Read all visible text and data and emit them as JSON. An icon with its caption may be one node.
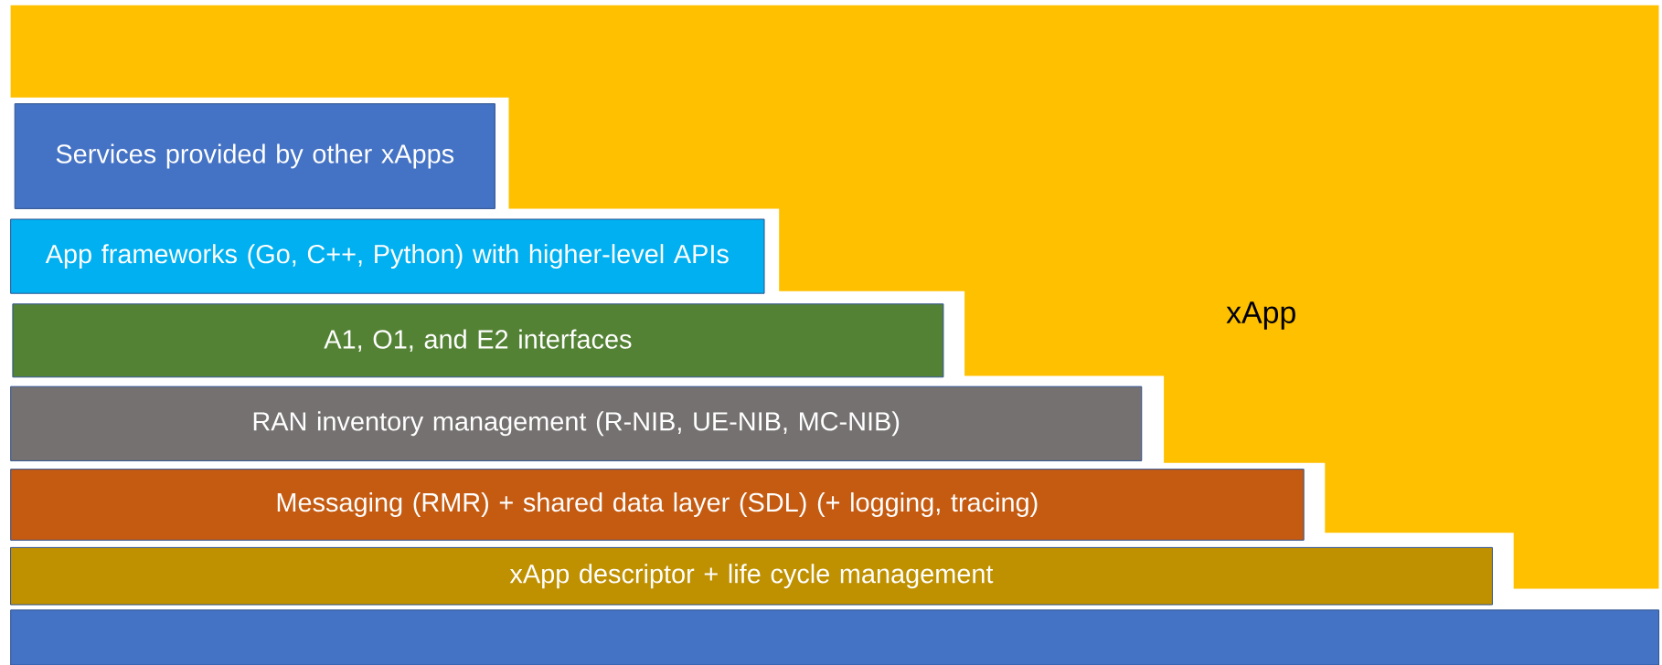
{
  "diagram": {
    "nodes": [
      {
        "text": [
          "xApp"
        ]
      },
      {
        "text": [
          "Services provided by other xApps"
        ]
      },
      {
        "text": [
          "App frameworks (Go, C++, Python) with higher-level APIs"
        ]
      },
      {
        "text": [
          "A1, O1, and E2 interfaces"
        ]
      },
      {
        "text": [
          "RAN inventory management (R-NIB, UE-NIB, MC-NIB)"
        ]
      },
      {
        "text": [
          "Messaging (RMR) + shared data layer (SDL) (+ logging, tracing)"
        ]
      },
      {
        "text": [
          "xApp descriptor + life cycle management"
        ]
      },
      {
        "text": [],
        "shape": "box"
      }
    ]
  }
}
